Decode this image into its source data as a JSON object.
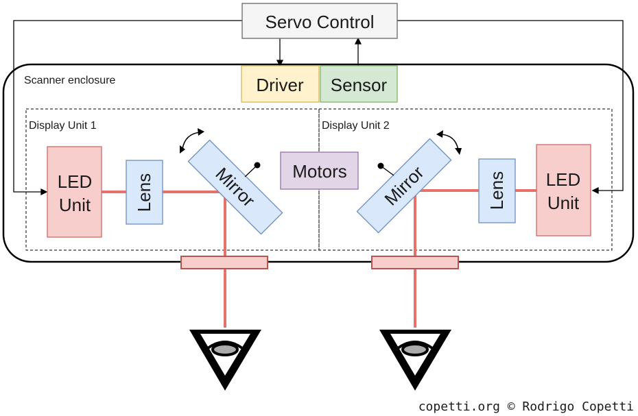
{
  "diagram": {
    "servo_control": "Servo Control",
    "driver": "Driver",
    "sensor": "Sensor",
    "enclosure_label": "Scanner enclosure",
    "display_unit_1": "Display Unit 1",
    "display_unit_2": "Display Unit 2",
    "motors": "Motors",
    "led_unit_line1": "LED",
    "led_unit_line2": "Unit",
    "lens": "Lens",
    "mirror": "Mirror",
    "credit": "copetti.org © Rodrigo Copetti"
  },
  "colors": {
    "beam": "#e8706b",
    "led_fill": "#f8cecc",
    "led_stroke": "#d06a66",
    "blue_fill": "#dae8fc",
    "blue_stroke": "#6c8ebf",
    "yellow_fill": "#fff2cc",
    "yellow_stroke": "#d6b656",
    "green_fill": "#d5e8d4",
    "green_stroke": "#82b366",
    "purple_fill": "#e1d5e7",
    "purple_stroke": "#9673a6",
    "gray_fill": "#f5f5f5",
    "gray_stroke": "#666666",
    "plate_fill": "#f8cecc",
    "plate_stroke": "#b85450"
  }
}
